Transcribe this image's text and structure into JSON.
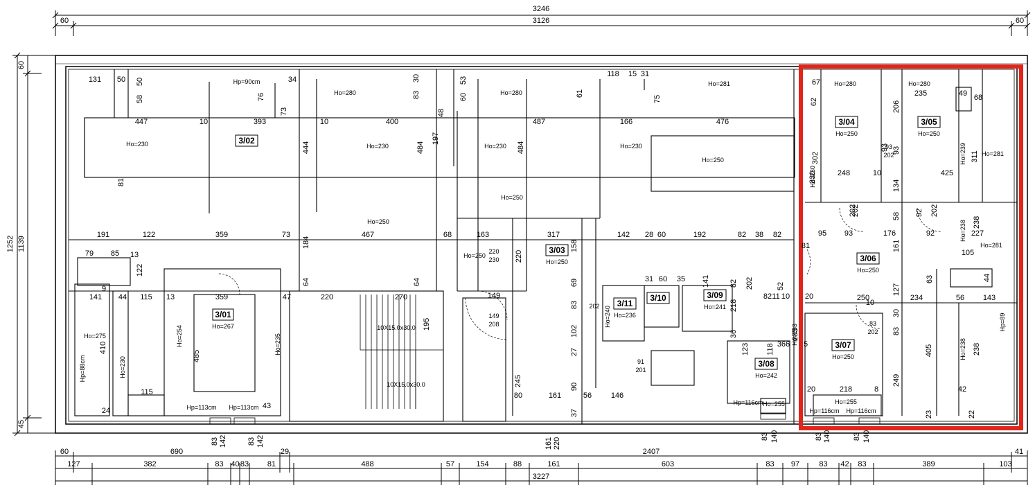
{
  "overall_dims": {
    "top_total": "3246",
    "top_inner": "3126",
    "top_left": "60",
    "top_right": "60",
    "left_total": "1252",
    "left_inner": "1139",
    "left_top": "60",
    "left_bottom": "45",
    "bottom_left": "60",
    "bottom_690": "690",
    "bottom_29": "29",
    "bottom_2407": "2407",
    "bottom_41": "41",
    "bottom_total": "3227"
  },
  "bottom_chain": [
    "127",
    "382",
    "83",
    "40",
    "83",
    "81",
    "488",
    "57",
    "154",
    "88",
    "161",
    "603",
    "83",
    "97",
    "83",
    "42",
    "83",
    "389",
    "103"
  ],
  "rooms": [
    {
      "id": "3/01",
      "h": "Ho=267"
    },
    {
      "id": "3/02",
      "h": ""
    },
    {
      "id": "3/03",
      "h": "Ho=250"
    },
    {
      "id": "3/04",
      "h": "Ho=250"
    },
    {
      "id": "3/05",
      "h": "Ho=250"
    },
    {
      "id": "3/06",
      "h": "Ho=250"
    },
    {
      "id": "3/07",
      "h": "Ho=250"
    },
    {
      "id": "3/08",
      "h": "Ho=242"
    },
    {
      "id": "3/09",
      "h": "Ho=241"
    },
    {
      "id": "3/10",
      "h": ""
    },
    {
      "id": "3/11",
      "h": "Ho=236"
    }
  ],
  "labels": {
    "ho230a": "Ho=230",
    "ho230b": "Ho=230",
    "ho230c": "Ho=230",
    "ho230d": "Ho=230",
    "ho250a": "Ho=250",
    "ho250b": "Ho=250",
    "ho250c": "Ho=250",
    "ho250d": "Ho=250",
    "ho280a": "Ho=280",
    "ho280b": "Ho=280",
    "ho280c": "Ho=280",
    "ho280d": "Ho=280",
    "ho281a": "Ho=281",
    "ho281b": "Ho=281",
    "ho281c": "Ho=281",
    "ho275": "Ho=275",
    "ho230e": "Ho=230",
    "ho254": "Ho=254",
    "ho235": "Ho=235",
    "ho240": "Ho=240",
    "ho233": "Ho=233",
    "ho238a": "Ho=238",
    "ho238b": "Ho=238",
    "ho239": "Ho=239",
    "ho255a": "Ho=255",
    "ho255b": "Ho=255",
    "ho230f": "Ho=230",
    "hp90": "Hp=90cm",
    "hp88": "Hp=88cm",
    "hp89": "Hp=89",
    "hp113a": "Hp=113cm",
    "hp113b": "Hp=113cm",
    "hp116a": "Hp=116cm",
    "hp116b": "Hp=116cm",
    "hp116c": "Hp=116cm",
    "stair1": "10X15.0x30.0",
    "stair2": "10X15.0x30.0",
    "d220": "220",
    "d230": "230",
    "d149": "149",
    "d208": "208",
    "d202a": "202",
    "d91": "91",
    "d201": "201",
    "d93": "93",
    "d202b": "202",
    "d83": "83",
    "d202c": "202"
  },
  "dims": {
    "r1": [
      "131",
      "50",
      "447",
      "10",
      "393",
      "10",
      "400",
      "487",
      "166",
      "476"
    ],
    "r2": [
      "191",
      "122",
      "359",
      "73",
      "467",
      "68",
      "163",
      "317",
      "142",
      "28",
      "60",
      "192",
      "82",
      "38",
      "82"
    ],
    "r3": [
      "141",
      "44",
      "115",
      "13",
      "359",
      "47",
      "220",
      "270"
    ],
    "v1": [
      "50",
      "58",
      "76",
      "73",
      "30",
      "83",
      "48",
      "60",
      "53",
      "197",
      "444",
      "484",
      "484",
      "81",
      "61",
      "75"
    ],
    "misc": [
      "118",
      "15",
      "31",
      "34",
      "79",
      "85",
      "13",
      "122",
      "9",
      "184",
      "64",
      "64",
      "220",
      "158",
      "69",
      "83",
      "102",
      "27",
      "90",
      "245",
      "80",
      "161",
      "56",
      "146",
      "37",
      "149",
      "195",
      "218",
      "36",
      "123",
      "118",
      "366",
      "141",
      "82",
      "202",
      "52",
      "233",
      "31",
      "60",
      "35",
      "20",
      "82",
      "11",
      "10"
    ],
    "right": [
      "67",
      "62",
      "235",
      "49",
      "68",
      "206",
      "302",
      "230",
      "311",
      "93",
      "93",
      "202",
      "248",
      "10",
      "425",
      "134",
      "58",
      "202",
      "92",
      "202",
      "95",
      "93",
      "176",
      "92",
      "227",
      "161",
      "105",
      "127",
      "63",
      "44",
      "250",
      "234",
      "56",
      "143",
      "10",
      "30",
      "83",
      "405",
      "249",
      "218",
      "20",
      "8",
      "42",
      "23",
      "22",
      "5",
      "81"
    ],
    "bot": [
      "24",
      "115",
      "43",
      "83",
      "142",
      "83",
      "142",
      "161",
      "220",
      "83",
      "140",
      "83",
      "140",
      "83",
      "140",
      "485",
      "410",
      "238",
      "238"
    ]
  }
}
